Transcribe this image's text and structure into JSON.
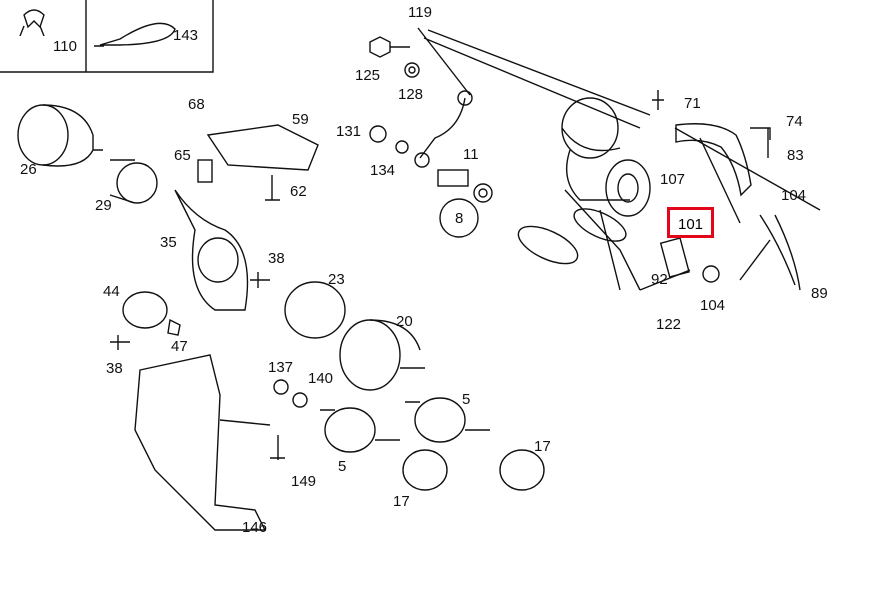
{
  "diagram": {
    "title_box_parts": [
      "110",
      "143"
    ],
    "highlight_color": "#e3061a",
    "highlighted_part": "101",
    "labels": [
      "119",
      "125",
      "128",
      "68",
      "59",
      "26",
      "65",
      "62",
      "29",
      "131",
      "134",
      "11",
      "8",
      "71",
      "74",
      "83",
      "107",
      "104",
      "89",
      "92",
      "104",
      "122",
      "35",
      "38",
      "23",
      "44",
      "47",
      "38",
      "20",
      "137",
      "140",
      "5",
      "5",
      "17",
      "17",
      "149",
      "146"
    ]
  }
}
